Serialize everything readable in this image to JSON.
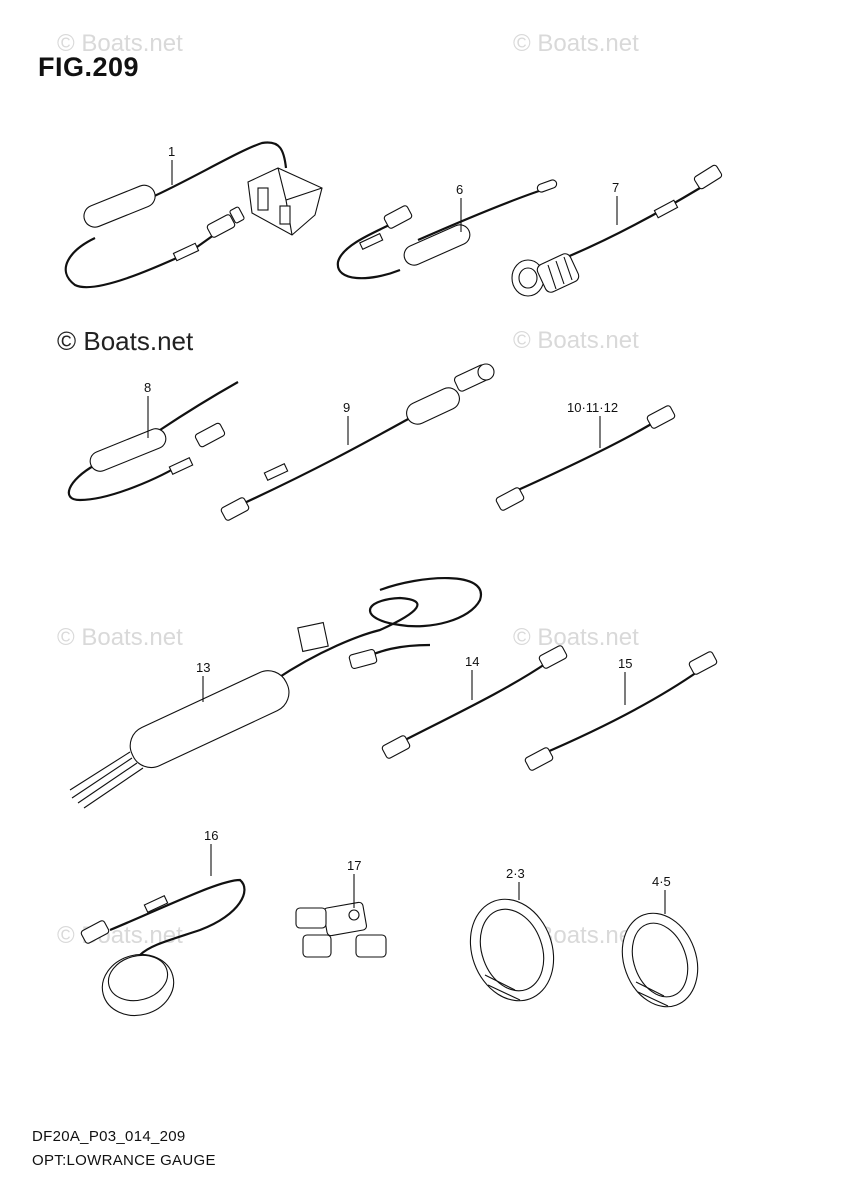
{
  "figure": {
    "title": "FIG.209"
  },
  "watermarks": {
    "text": "© Boats.net",
    "items": [
      "© Boats.net",
      "© Boats.net",
      "© Boats.net",
      "© Boats.net",
      "© Boats.net",
      "© Boats.net",
      "© Boats.net"
    ]
  },
  "copyright": "© Boats.net",
  "callouts": [
    "1",
    "6",
    "7",
    "8",
    "9",
    "10·11·12",
    "13",
    "14",
    "15",
    "16",
    "17",
    "2·3",
    "4·5"
  ],
  "footer": {
    "code": "DF20A_P03_014_209",
    "caption": "OPT:LOWRANCE GAUGE"
  }
}
